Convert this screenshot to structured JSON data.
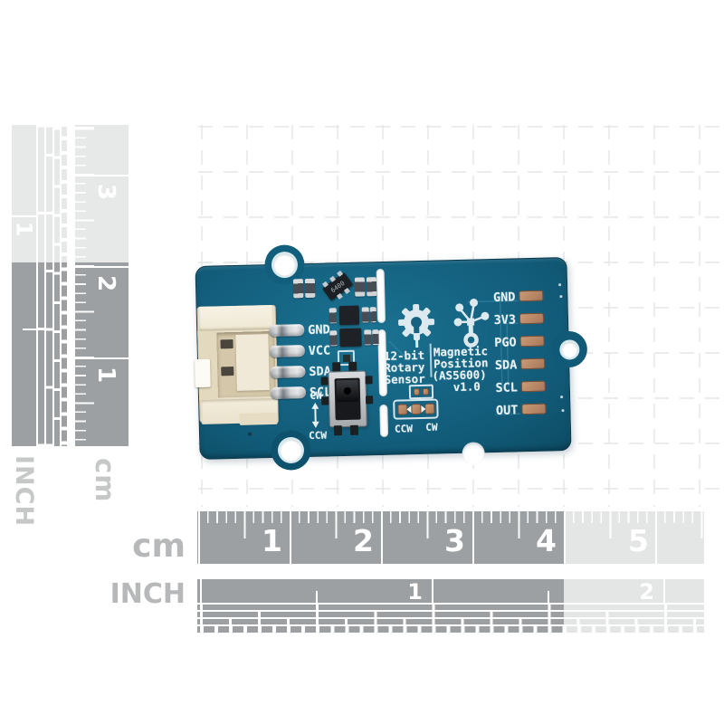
{
  "pcb": {
    "silkscreen_left": [
      "12-bit",
      "Rotary",
      "Sensor"
    ],
    "silkscreen_right": [
      "Magnetic",
      "Position",
      "(AS5600)",
      "v1.0"
    ],
    "connector_pins": [
      "GND",
      "VCC",
      "SDA",
      "SCL"
    ],
    "breakout_pads": [
      "GND",
      "3V3",
      "PGO",
      "SDA",
      "SCL",
      "OUT"
    ],
    "switch_labels": {
      "cw": "CW",
      "ccw": "CCW"
    },
    "jumper_labels": {
      "ccw": "CCW",
      "cw": "CW"
    },
    "ic_marking": "6400",
    "icons": {
      "gear": "gear-icon",
      "magnet": "magnet-network-icon"
    },
    "colors": {
      "board": "#15607f",
      "silkscreen": "#e8f2f5",
      "pad_copper": "#b28263",
      "connector_body": "#ede4cd",
      "ruler_dark": "#9ca0a2",
      "ruler_light": "#e4e5e5"
    }
  },
  "rulers": {
    "horizontal_cm": {
      "unit": "cm",
      "labels": [
        "1",
        "2",
        "3",
        "4",
        "5"
      ]
    },
    "horizontal_inch": {
      "unit": "INCH",
      "labels": [
        "1",
        "2"
      ]
    },
    "vertical_cm": {
      "unit": "cm",
      "labels": [
        "3",
        "2",
        "1"
      ]
    },
    "vertical_inch": {
      "unit": "INCH",
      "labels": [
        "1"
      ]
    }
  }
}
